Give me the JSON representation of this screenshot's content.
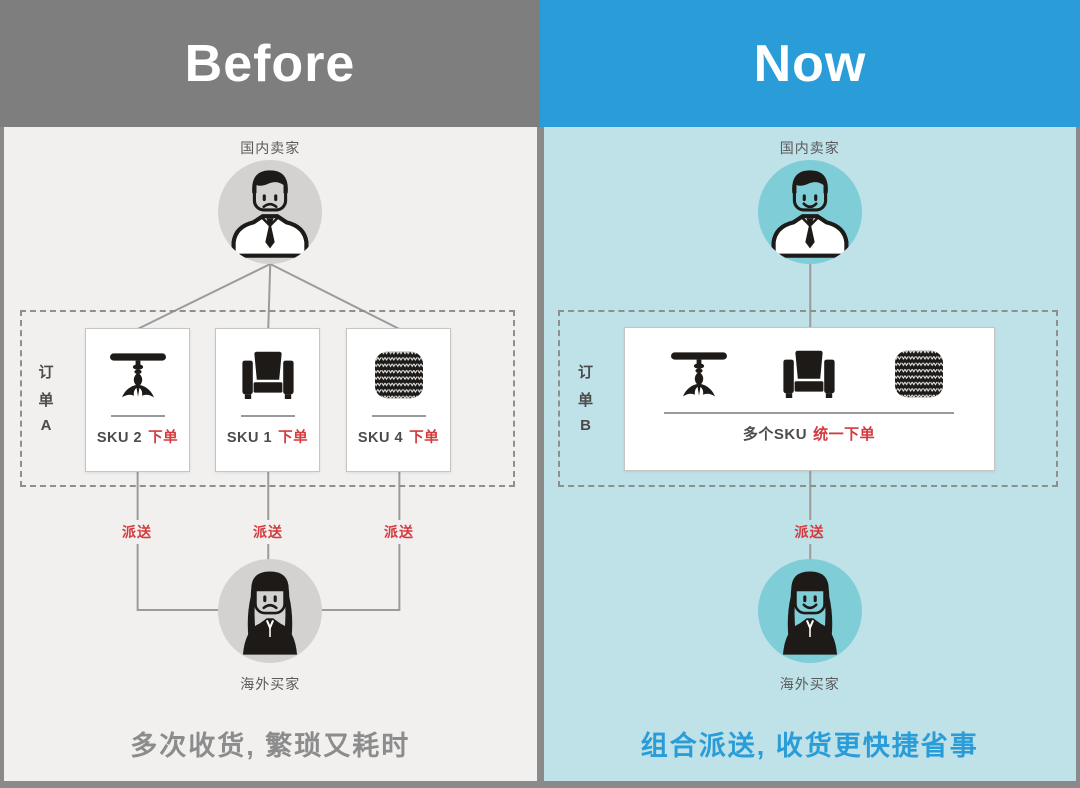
{
  "colors": {
    "header_before_bg": "#7e7e7e",
    "header_now_bg": "#2a9dd8",
    "panel_before_bg": "#f1f0ef",
    "panel_now_bg": "#bfe1e8",
    "frame": "#8a8a8a",
    "accent_red": "#d43a3e",
    "caption_before": "#8c8c8c",
    "caption_now": "#2a9dd8",
    "circle_before": "#d3d2d0",
    "circle_now": "#7fcdd6"
  },
  "before": {
    "header": "Before",
    "seller": "国内卖家",
    "order_label": [
      "订",
      "单",
      "A"
    ],
    "cards": [
      {
        "icon": "table-icon",
        "sku": "SKU 2",
        "action": "下单"
      },
      {
        "icon": "armchair-icon",
        "sku": "SKU 1",
        "action": "下单"
      },
      {
        "icon": "pouf-icon",
        "sku": "SKU 4",
        "action": "下单"
      }
    ],
    "deliveries": [
      "派送",
      "派送",
      "派送"
    ],
    "buyer": "海外买家",
    "caption": "多次收货, 繁琐又耗时"
  },
  "now": {
    "header": "Now",
    "seller": "国内卖家",
    "order_label": [
      "订",
      "单",
      "B"
    ],
    "card": {
      "icons": [
        "table-icon",
        "armchair-icon",
        "pouf-icon"
      ],
      "sku": "多个SKU",
      "action": "统一下单"
    },
    "delivery": "派送",
    "buyer": "海外买家",
    "caption": "组合派送, 收货更快捷省事"
  }
}
